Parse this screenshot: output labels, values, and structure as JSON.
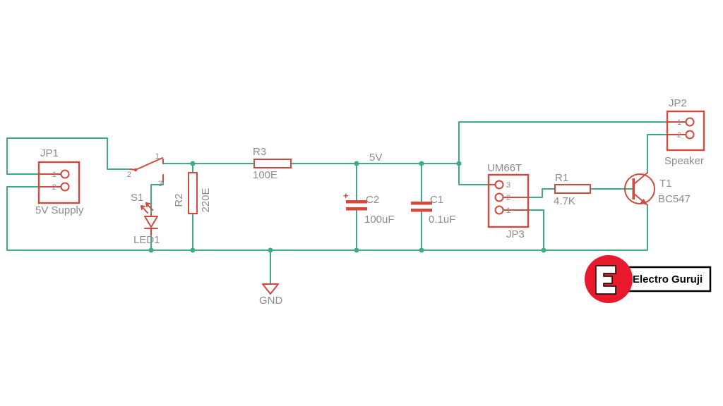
{
  "colors": {
    "wire": "#3daa8a",
    "component": "#d2493d",
    "label": "#8c8c8c",
    "logo_red": "#e8192c",
    "logo_text": "#000000",
    "background": "#ffffff"
  },
  "nets": {
    "power_label": "5V",
    "ground_label": "GND"
  },
  "components": {
    "jp1": {
      "ref": "JP1",
      "desc": "5V Supply",
      "pins": [
        "1",
        "2"
      ]
    },
    "s1": {
      "ref": "S1",
      "pins": [
        "1",
        "2",
        "3"
      ]
    },
    "led1": {
      "ref": "LED1"
    },
    "r2": {
      "ref": "R2",
      "value": "220E"
    },
    "r3": {
      "ref": "R3",
      "value": "100E"
    },
    "c2": {
      "ref": "C2",
      "value": "100uF",
      "polarity_mark": "+"
    },
    "c1": {
      "ref": "C1",
      "value": "0.1uF"
    },
    "jp3": {
      "ref": "UM66T",
      "desc": "JP3",
      "pins": [
        "3",
        "2",
        "1"
      ]
    },
    "r1": {
      "ref": "R1",
      "value": "4.7K"
    },
    "t1": {
      "ref": "T1",
      "value": "BC547"
    },
    "jp2": {
      "ref": "JP2",
      "desc": "Speaker",
      "pins": [
        "1",
        "2"
      ]
    }
  },
  "logo": {
    "text": "Electro Guruji"
  }
}
